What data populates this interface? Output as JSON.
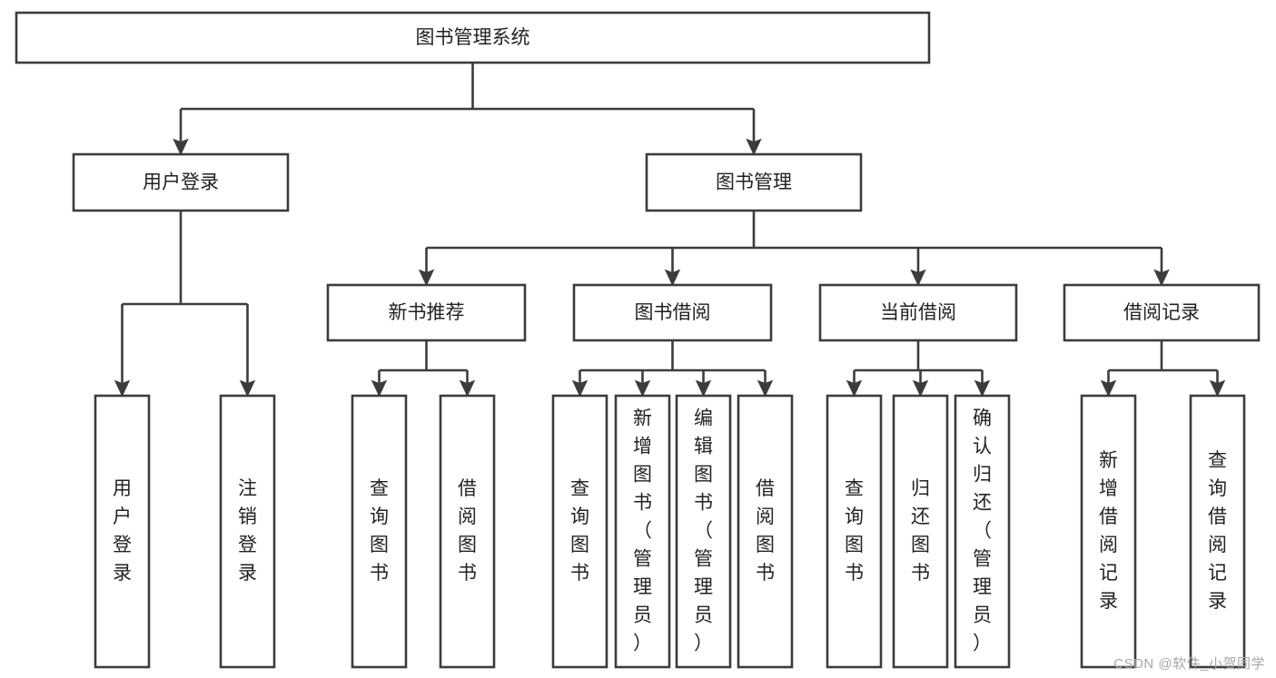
{
  "diagram": {
    "type": "tree",
    "title": "图书管理系统",
    "orientation": "top-down",
    "watermark": "CSDN @软件_小贺同学",
    "colors": {
      "stroke": "#3c3c3c",
      "box_fill": "#ffffff",
      "text": "#222222",
      "watermark": "#a7a7a7",
      "background": "#ffffff"
    },
    "levels": [
      {
        "level": 1,
        "nodes": [
          {
            "id": "root",
            "label": "图书管理系统",
            "text_orientation": "horizontal"
          }
        ]
      },
      {
        "level": 2,
        "nodes": [
          {
            "id": "user-login",
            "label": "用户登录",
            "parent": "root",
            "text_orientation": "horizontal"
          },
          {
            "id": "book-manage",
            "label": "图书管理",
            "parent": "root",
            "text_orientation": "horizontal"
          }
        ]
      },
      {
        "level": 3,
        "nodes": [
          {
            "id": "new-book-rec",
            "label": "新书推荐",
            "parent": "book-manage",
            "text_orientation": "horizontal"
          },
          {
            "id": "book-borrow",
            "label": "图书借阅",
            "parent": "book-manage",
            "text_orientation": "horizontal"
          },
          {
            "id": "current-borrow",
            "label": "当前借阅",
            "parent": "book-manage",
            "text_orientation": "horizontal"
          },
          {
            "id": "borrow-record",
            "label": "借阅记录",
            "parent": "book-manage",
            "text_orientation": "horizontal"
          }
        ]
      },
      {
        "level": 4,
        "nodes": [
          {
            "id": "leaf-user-login",
            "label": "用户登录",
            "parent": "user-login",
            "text_orientation": "vertical"
          },
          {
            "id": "leaf-user-logout",
            "label": "注销登录",
            "parent": "user-login",
            "text_orientation": "vertical"
          },
          {
            "id": "leaf-query-book-1",
            "label": "查询图书",
            "parent": "new-book-rec",
            "text_orientation": "vertical"
          },
          {
            "id": "leaf-borrow-book-1",
            "label": "借阅图书",
            "parent": "new-book-rec",
            "text_orientation": "vertical"
          },
          {
            "id": "leaf-query-book-2",
            "label": "查询图书",
            "parent": "book-borrow",
            "text_orientation": "vertical"
          },
          {
            "id": "leaf-add-book",
            "label": "新增图书（管理员）",
            "parent": "book-borrow",
            "text_orientation": "vertical"
          },
          {
            "id": "leaf-edit-book",
            "label": "编辑图书（管理员）",
            "parent": "book-borrow",
            "text_orientation": "vertical"
          },
          {
            "id": "leaf-borrow-book-2",
            "label": "借阅图书",
            "parent": "book-borrow",
            "text_orientation": "vertical"
          },
          {
            "id": "leaf-query-book-3",
            "label": "查询图书",
            "parent": "current-borrow",
            "text_orientation": "vertical"
          },
          {
            "id": "leaf-return-book",
            "label": "归还图书",
            "parent": "current-borrow",
            "text_orientation": "vertical"
          },
          {
            "id": "leaf-confirm-return",
            "label": "确认归还（管理员）",
            "parent": "current-borrow",
            "text_orientation": "vertical"
          },
          {
            "id": "leaf-add-record",
            "label": "新增借阅记录",
            "parent": "borrow-record",
            "text_orientation": "vertical"
          },
          {
            "id": "leaf-query-record",
            "label": "查询借阅记录",
            "parent": "borrow-record",
            "text_orientation": "vertical"
          }
        ]
      }
    ],
    "edges": [
      {
        "from": "root",
        "to": "user-login"
      },
      {
        "from": "root",
        "to": "book-manage"
      },
      {
        "from": "book-manage",
        "to": "new-book-rec"
      },
      {
        "from": "book-manage",
        "to": "book-borrow"
      },
      {
        "from": "book-manage",
        "to": "current-borrow"
      },
      {
        "from": "book-manage",
        "to": "borrow-record"
      },
      {
        "from": "user-login",
        "to": "leaf-user-login"
      },
      {
        "from": "user-login",
        "to": "leaf-user-logout"
      },
      {
        "from": "new-book-rec",
        "to": "leaf-query-book-1"
      },
      {
        "from": "new-book-rec",
        "to": "leaf-borrow-book-1"
      },
      {
        "from": "book-borrow",
        "to": "leaf-query-book-2"
      },
      {
        "from": "book-borrow",
        "to": "leaf-add-book"
      },
      {
        "from": "book-borrow",
        "to": "leaf-edit-book"
      },
      {
        "from": "book-borrow",
        "to": "leaf-borrow-book-2"
      },
      {
        "from": "current-borrow",
        "to": "leaf-query-book-3"
      },
      {
        "from": "current-borrow",
        "to": "leaf-return-book"
      },
      {
        "from": "current-borrow",
        "to": "leaf-confirm-return"
      },
      {
        "from": "borrow-record",
        "to": "leaf-add-record"
      },
      {
        "from": "borrow-record",
        "to": "leaf-query-record"
      }
    ]
  }
}
